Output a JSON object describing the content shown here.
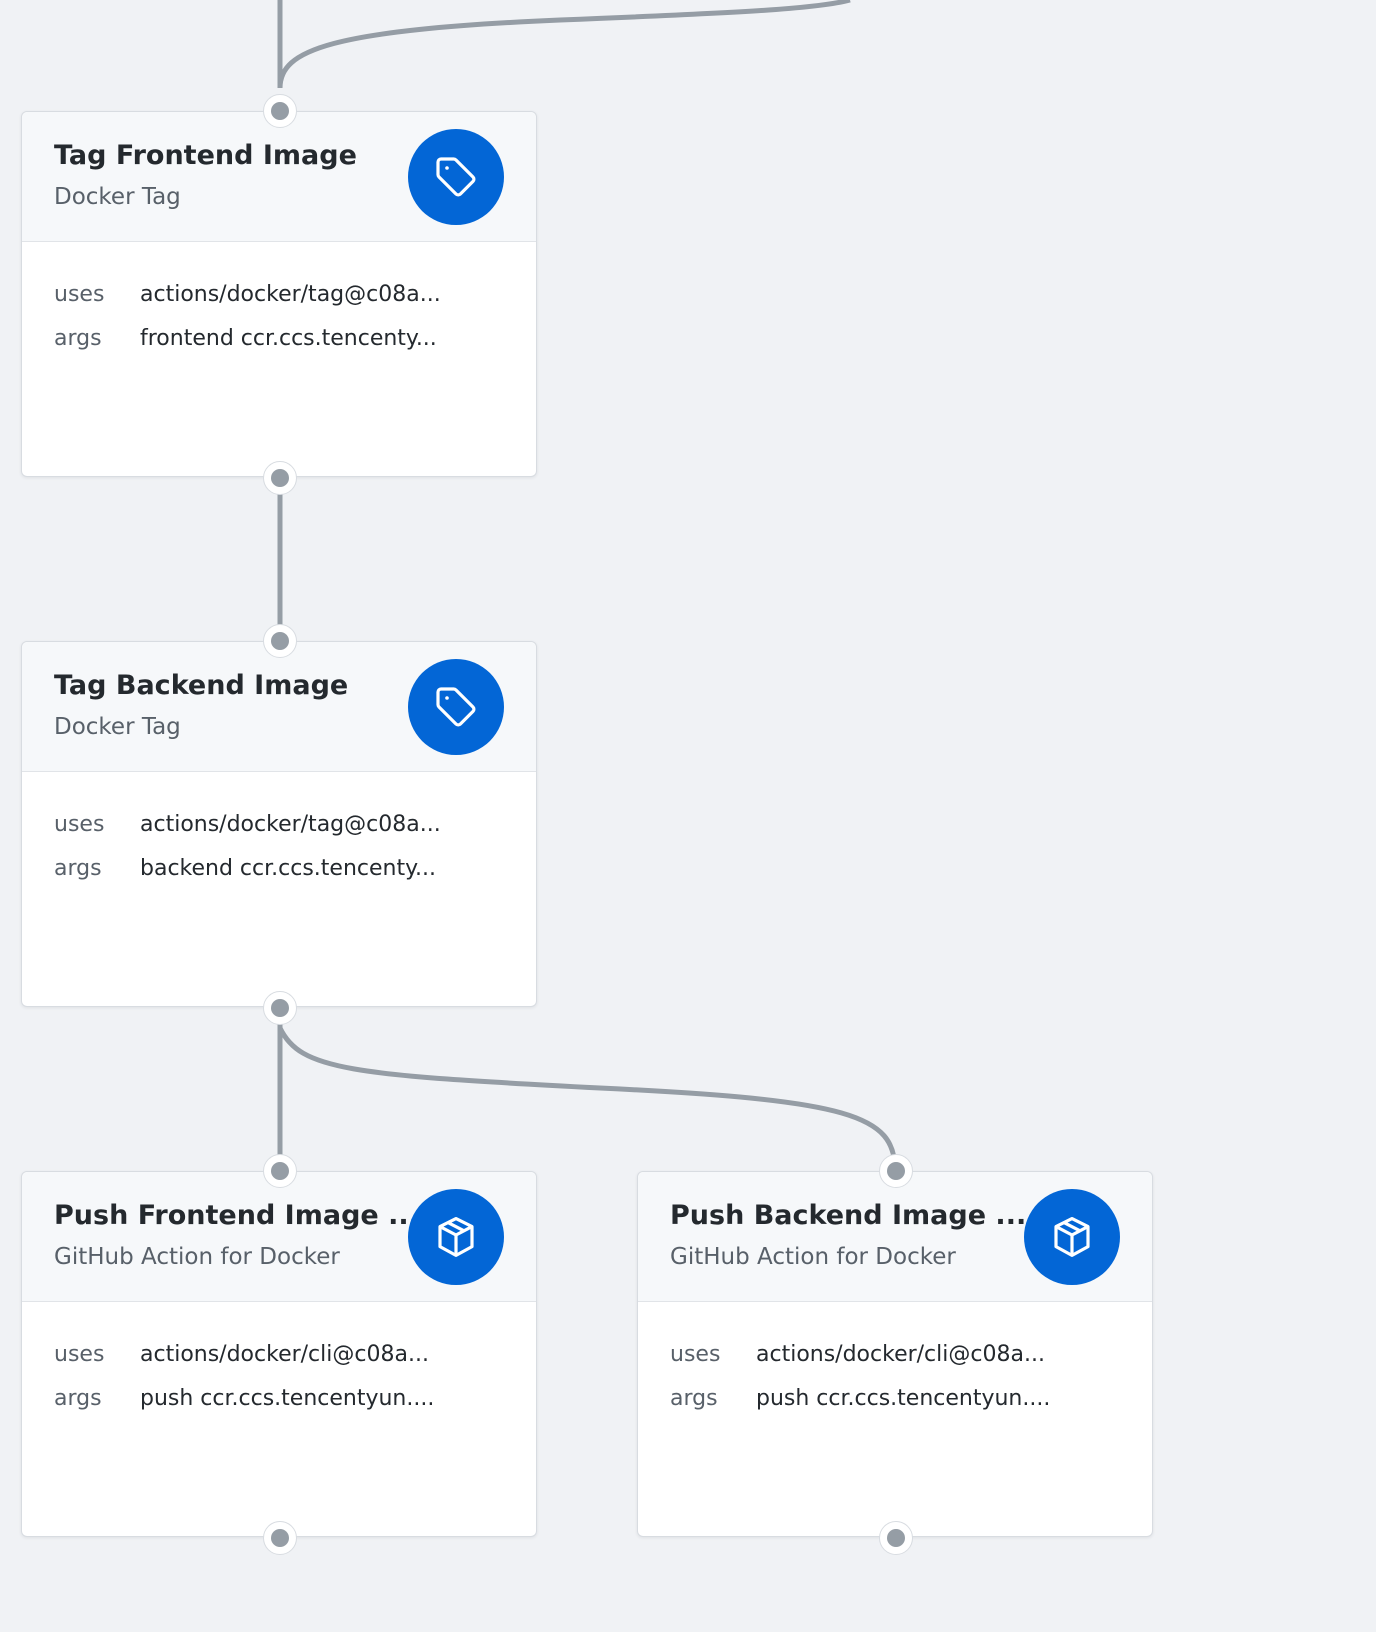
{
  "colors": {
    "background": "#f0f2f5",
    "edge": "#959da5",
    "icon_background": "#0366d6"
  },
  "nodes": [
    {
      "title": "Tag Frontend Image",
      "subtitle": "Docker Tag",
      "icon": "tag-icon",
      "uses_label": "uses",
      "uses": "actions/docker/tag@c08a...",
      "args_label": "args",
      "args": "frontend ccr.ccs.tencenty..."
    },
    {
      "title": "Tag Backend Image",
      "subtitle": "Docker Tag",
      "icon": "tag-icon",
      "uses_label": "uses",
      "uses": "actions/docker/tag@c08a...",
      "args_label": "args",
      "args": "backend ccr.ccs.tencenty..."
    },
    {
      "title": "Push Frontend Image ...",
      "subtitle": "GitHub Action for Docker",
      "icon": "package-icon",
      "uses_label": "uses",
      "uses": "actions/docker/cli@c08a...",
      "args_label": "args",
      "args": "push ccr.ccs.tencentyun...."
    },
    {
      "title": "Push Backend Image ...",
      "subtitle": "GitHub Action for Docker",
      "icon": "package-icon",
      "uses_label": "uses",
      "uses": "actions/docker/cli@c08a...",
      "args_label": "args",
      "args": "push ccr.ccs.tencentyun...."
    }
  ]
}
